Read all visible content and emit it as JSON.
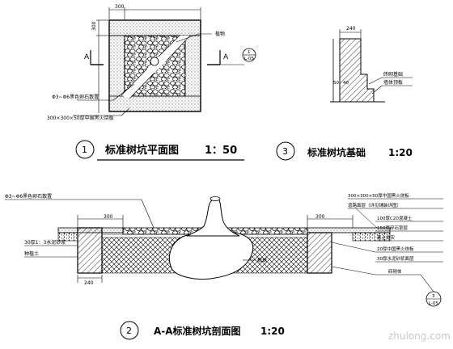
{
  "plan": {
    "dim_top": "300",
    "dim_left": "300",
    "section_mark": "A",
    "label_plant": "植物",
    "label_gravel": "Φ3~Φ6黑色卵石散置",
    "label_slab": "300×300×50厚中国黑火烧板",
    "callout_top": "1",
    "callout_bottom": "L-05",
    "title_num": "1",
    "title_text": "标准树坑平面图",
    "title_scale": "1：50"
  },
  "foundation": {
    "dim_top": "240",
    "dim_a": "50",
    "dim_b": "40",
    "label_1": "砖砌基础",
    "label_2": "墙体顶板",
    "title_num": "3",
    "title_text": "标准树坑基础",
    "title_scale": "1:20"
  },
  "section": {
    "label_gravel": "Φ3~Φ6黑色卵石散置",
    "dim_left": "300",
    "dim_right": "300",
    "dim_bottom": "240",
    "label_r1": "300×300×50厚中国黑火烧板",
    "label_r2": "道路面层（详见铺装详图）",
    "label_r3": "100厚C20混凝土",
    "label_r4": "150厚碎石垫层",
    "label_r5": "素土夯实",
    "label_r6": "20厚中国黑火烧板",
    "label_r7": "30厚水泥砂浆面层",
    "label_r8": "砖砌体",
    "label_l1": "30厚1：3水泥砂浆",
    "label_l2": "种植土",
    "label_root": "根球",
    "callout_top": "3",
    "callout_bottom": "L-05",
    "title_num": "2",
    "title_text": "A-A标准树坑剖面图",
    "title_scale": "1:20"
  },
  "watermark": "zhulong.com"
}
